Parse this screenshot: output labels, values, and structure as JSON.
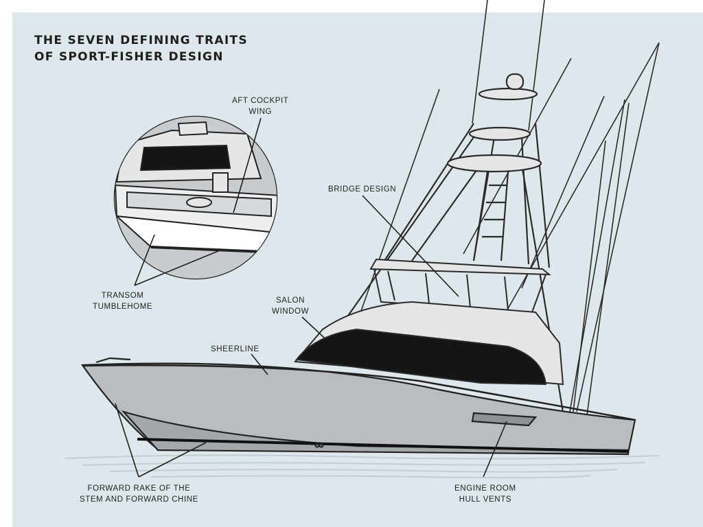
{
  "title": {
    "line1": "THE SEVEN DEFINING TRAITS",
    "line2": "OF SPORT-FISHER DESIGN"
  },
  "callouts": {
    "aft_cockpit": {
      "line1": "AFT COCKPIT",
      "line2": "WING"
    },
    "bridge_design": {
      "line1": "BRIDGE DESIGN"
    },
    "salon_window": {
      "line1": "SALON",
      "line2": "WINDOW"
    },
    "sheerline": {
      "line1": "SHEERLINE"
    },
    "transom_tumblehome": {
      "line1": "TRANSOM",
      "line2": "TUMBLEHOME"
    },
    "forward_rake": {
      "line1": "FORWARD RAKE OF THE",
      "line2": "STEM AND FORWARD CHINE"
    },
    "engine_vents": {
      "line1": "ENGINE ROOM",
      "line2": "HULL VENTS"
    }
  },
  "colors": {
    "background": "#dde7ec",
    "hull": "#b9bdc0",
    "hull_shadow": "#a3a8ab",
    "superstructure": "#e4e6e7",
    "glass": "#151515",
    "line": "#222222"
  }
}
